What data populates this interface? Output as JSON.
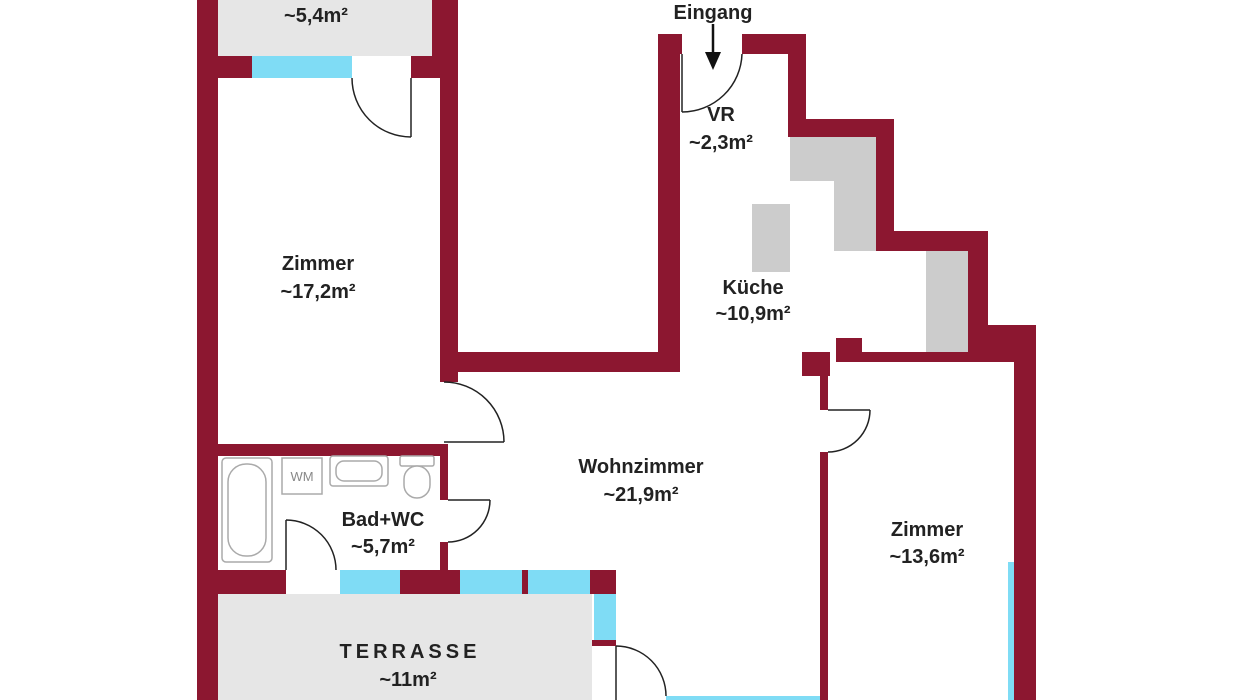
{
  "colors": {
    "wall": "#8c1730",
    "window": "#7fdcf5",
    "terrace_fill": "#e6e6e6",
    "kitchen_unit": "#cccccc",
    "fixture_stroke": "#aaaaaa"
  },
  "entrance": {
    "label": "Eingang",
    "arrow_icon": "arrow-down-icon"
  },
  "rooms": {
    "top_balcony": {
      "area": "~5,4m²"
    },
    "zimmer_left": {
      "name": "Zimmer",
      "area": "~17,2m²"
    },
    "vr": {
      "name": "VR",
      "area": "~2,3m²"
    },
    "kueche": {
      "name": "Küche",
      "area": "~10,9m²"
    },
    "wohnzimmer": {
      "name": "Wohnzimmer",
      "area": "~21,9m²"
    },
    "bad": {
      "name": "Bad+WC",
      "area": "~5,7m²"
    },
    "zimmer_right": {
      "name": "Zimmer",
      "area": "~13,6m²"
    },
    "terrasse": {
      "name": "TERRASSE",
      "area": "~11m²"
    }
  },
  "fixtures": {
    "washing_machine": "WM"
  }
}
